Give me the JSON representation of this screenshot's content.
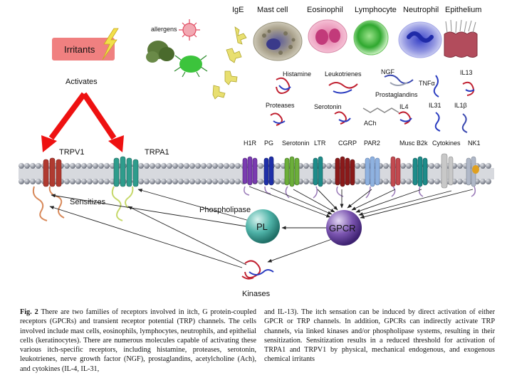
{
  "figure": {
    "cells_row": [
      "IgE",
      "Mast cell",
      "Eosinophil",
      "Lymphocyte",
      "Neutrophil",
      "Epithelium"
    ],
    "irritants_label": "Irritants",
    "allergens_label": "allergens",
    "activates_label": "Activates",
    "mediators": {
      "histamine": "Histamine",
      "leukotrienes": "Leukotrienes",
      "ngf": "NGF",
      "il13": "IL13",
      "prostaglandins": "Prostaglandins",
      "tnfa": "TNFα",
      "proteases": "Proteases",
      "serotonin": "Serotonin",
      "il4": "IL4",
      "il31": "IL31",
      "il1b": "IL1β",
      "ach": "ACh"
    },
    "receptors": {
      "trpv1": "TRPV1",
      "trpa1": "TRPA1",
      "h1r": "H1R",
      "pg": "PG",
      "serotonin": "Serotonin",
      "ltr": "LTR",
      "cgrp": "CGRP",
      "par2": "PAR2",
      "musc": "Musc",
      "b2k": "B2k",
      "cytokines": "Cytokines",
      "nk1": "NK1"
    },
    "sensitizes_label": "Sensitizes",
    "phospholipase_label": "Phospholipase",
    "pl_label": "PL",
    "gpcr_label": "GPCR",
    "kinases_label": "Kinases",
    "colors": {
      "arrow_red": "#ee1111",
      "irritants_box": "#f08080",
      "pl_sphere": "#4fb3a8",
      "gpcr_sphere": "#7b55b0",
      "membrane_head": "#8a8f99"
    }
  },
  "caption": {
    "fig_label": "Fig. 2",
    "left_text": "There are two families of receptors involved in itch, G protein-coupled receptors (GPCRs) and transient receptor potential (TRP) channels. The cells involved include mast cells, eosinophils, lymphocytes, neutrophils, and epithelial cells (keratinocytes). There are numerous molecules capable of activating these various itch-specific receptors, including histamine, proteases, serotonin, leukotrienes, nerve growth factor (NGF), prostaglandins, acetylcholine (Ach), and cytokines (IL-4, IL-31,",
    "right_text": "and IL-13). The itch sensation can be induced by direct activation of either GPCR or TRP channels. In addition, GPCRs can indirectly activate TRP channels, via linked kinases and/or phospholipase systems, resulting in their sensitization. Sensitization results in a reduced threshold for activation of TRPA1 and TRPV1 by physical, mechanical endogenous, and exogenous chemical irritants"
  }
}
